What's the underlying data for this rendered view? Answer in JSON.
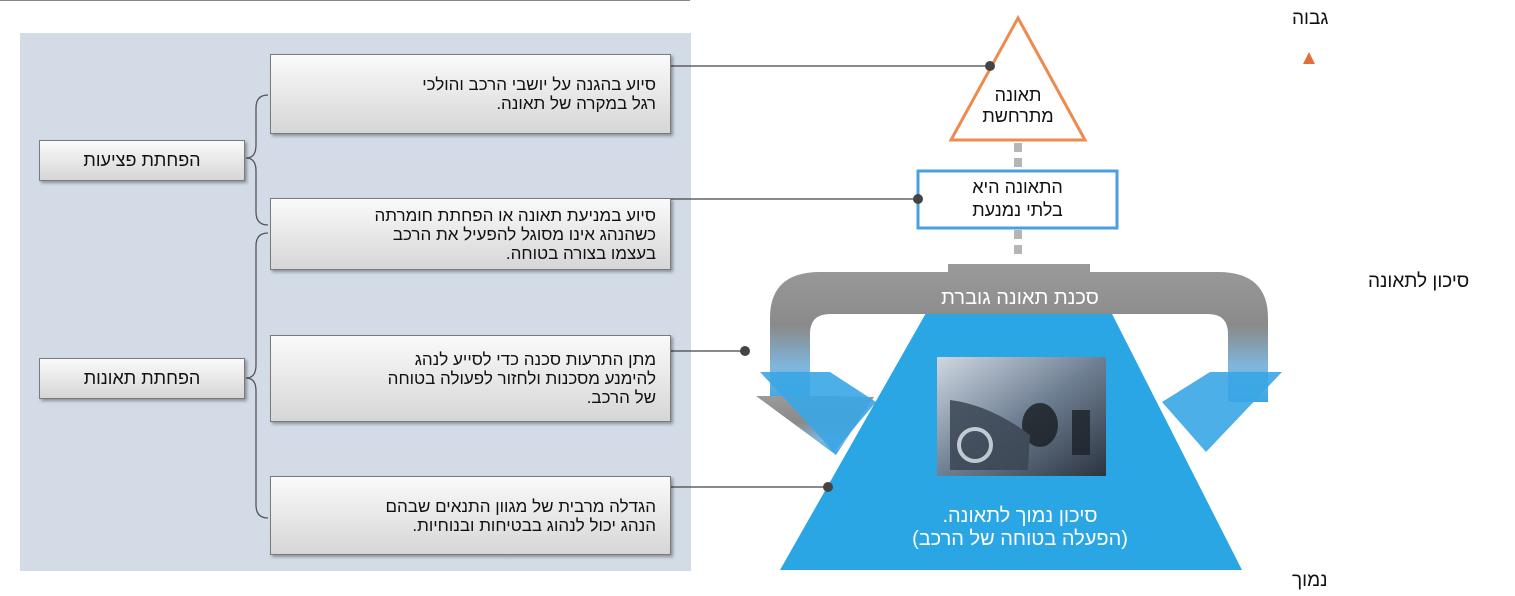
{
  "axis": {
    "high": "גבוה",
    "low": "נמוך",
    "title": "סיכון לתאונה"
  },
  "left_categories": {
    "severity": "הפחתת פציעות",
    "accidents": "הפחתת תאונות"
  },
  "functions": [
    {
      "lines": [
        "סיוע בהגנה על יושבי הרכב והולכי",
        "רגל במקרה של תאונה."
      ]
    },
    {
      "lines": [
        "סיוע במניעת תאונה או הפחתת חומרתה",
        "כשהנהג אינו מסוגל להפעיל את הרכב",
        "בעצמו בצורה בטוחה."
      ]
    },
    {
      "lines": [
        "מתן התרעות סכנה כדי לסייע לנהג",
        "להימנע מסכנות ולחזור לפעולה בטוחה",
        "של הרכב."
      ]
    },
    {
      "lines": [
        "הגדלה מרבית של מגוון התנאים שבהם",
        "הנהג יכול לנהוג בבטיחות ובנוחיות."
      ]
    }
  ],
  "diagram": {
    "accident_occurs": [
      "תאונה",
      "מתרחשת"
    ],
    "unavoidable": [
      "התאונה היא",
      "בלתי נמנעת"
    ],
    "rising_danger": "סכנת תאונה גוברת",
    "low_risk": [
      "סיכון נמוך לתאונה.",
      "(הפעלה בטוחה של הרכב)"
    ]
  },
  "colors": {
    "panel_bg": "#d3dce6",
    "triangle_stroke": "#ee8a4e",
    "frame_blue": "#4a9fe0",
    "trapezoid_blue": "#2aa6e4",
    "arc_gray": "#8e8e8e",
    "axis_top": "#e0703a",
    "axis_bottom": "#3fa8e4"
  }
}
